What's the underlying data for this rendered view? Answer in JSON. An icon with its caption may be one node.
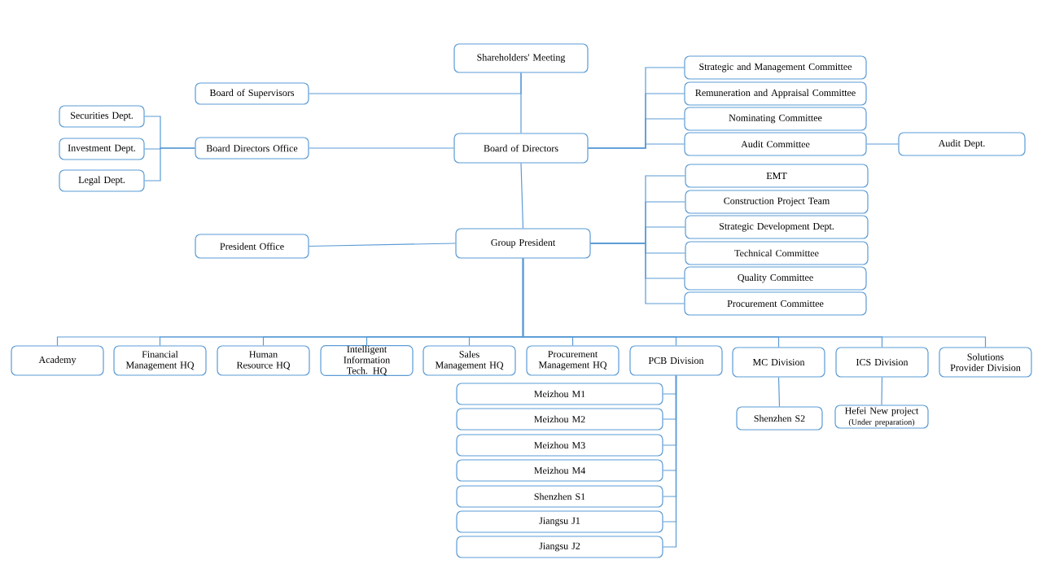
{
  "diagram": {
    "nodes": [
      {
        "text": [
          "Shareholders' Meeting"
        ]
      },
      {
        "text": [
          "Board of Supervisors"
        ]
      },
      {
        "text": [
          "Securities Dept."
        ]
      },
      {
        "text": [
          "Investment Dept."
        ]
      },
      {
        "text": [
          "Legal Dept."
        ]
      },
      {
        "text": [
          "Board Directors Office"
        ]
      },
      {
        "text": [
          "Board of Directors"
        ]
      },
      {
        "text": [
          "Strategic and Management Committee"
        ]
      },
      {
        "text": [
          "Remuneration and Appraisal Committee"
        ]
      },
      {
        "text": [
          "Nominating Committee"
        ]
      },
      {
        "text": [
          "Audit Committee"
        ]
      },
      {
        "text": [
          "Audit Dept."
        ]
      },
      {
        "text": [
          "President Office"
        ]
      },
      {
        "text": [
          "Group President"
        ]
      },
      {
        "text": [
          "EMT"
        ]
      },
      {
        "text": [
          "Construction Project Team"
        ]
      },
      {
        "text": [
          "Strategic Development Dept."
        ]
      },
      {
        "text": [
          "Technical Committee"
        ]
      },
      {
        "text": [
          "Quality Committee"
        ]
      },
      {
        "text": [
          "Procurement Committee"
        ]
      },
      {
        "text": [
          "Academy"
        ]
      },
      {
        "text": [
          "Financial Management HQ"
        ]
      },
      {
        "text": [
          "Human Resource HQ"
        ]
      },
      {
        "text": [
          "Intelligent Information Tech. HQ"
        ]
      },
      {
        "text": [
          "Sales Management HQ"
        ]
      },
      {
        "text": [
          "Procurement Management HQ"
        ]
      },
      {
        "text": [
          "PCB Division"
        ]
      },
      {
        "text": [
          "MC Division"
        ]
      },
      {
        "text": [
          "ICS Division"
        ]
      },
      {
        "text": [
          "Solutions Provider Division"
        ]
      },
      {
        "text": [
          "Meizhou M1"
        ]
      },
      {
        "text": [
          "Meizhou M2"
        ]
      },
      {
        "text": [
          "Meizhou M3"
        ]
      },
      {
        "text": [
          "Meizhou M4"
        ]
      },
      {
        "text": [
          "Shenzhen S1"
        ]
      },
      {
        "text": [
          "Jiangsu J1"
        ]
      },
      {
        "text": [
          "Jiangsu J2"
        ]
      },
      {
        "text": [
          "Shenzhen S2"
        ]
      },
      {
        "text": [
          "Hefei New project",
          "(Under preparation)"
        ]
      }
    ],
    "edges": [
      {
        "from": 0,
        "to": 6,
        "arrow": "none"
      },
      {
        "from": 0,
        "to": 1,
        "arrow": "none"
      },
      {
        "from": 6,
        "to": 5,
        "arrow": "none"
      },
      {
        "from": 5,
        "to": 2,
        "arrow": "none"
      },
      {
        "from": 5,
        "to": 3,
        "arrow": "none"
      },
      {
        "from": 5,
        "to": 4,
        "arrow": "none"
      },
      {
        "from": 6,
        "to": 7,
        "arrow": "none"
      },
      {
        "from": 6,
        "to": 8,
        "arrow": "none"
      },
      {
        "from": 6,
        "to": 9,
        "arrow": "none"
      },
      {
        "from": 6,
        "to": 10,
        "arrow": "none"
      },
      {
        "from": 10,
        "to": 11,
        "arrow": "none"
      },
      {
        "from": 6,
        "to": 13,
        "arrow": "none"
      },
      {
        "from": 13,
        "to": 12,
        "arrow": "none"
      },
      {
        "from": 13,
        "to": 14,
        "arrow": "none"
      },
      {
        "from": 13,
        "to": 15,
        "arrow": "none"
      },
      {
        "from": 13,
        "to": 16,
        "arrow": "none"
      },
      {
        "from": 13,
        "to": 17,
        "arrow": "none"
      },
      {
        "from": 13,
        "to": 18,
        "arrow": "none"
      },
      {
        "from": 13,
        "to": 19,
        "arrow": "none"
      },
      {
        "from": 13,
        "to": 20,
        "arrow": "none"
      },
      {
        "from": 13,
        "to": 21,
        "arrow": "none"
      },
      {
        "from": 13,
        "to": 22,
        "arrow": "none"
      },
      {
        "from": 13,
        "to": 23,
        "arrow": "none"
      },
      {
        "from": 13,
        "to": 24,
        "arrow": "none"
      },
      {
        "from": 13,
        "to": 25,
        "arrow": "none"
      },
      {
        "from": 13,
        "to": 26,
        "arrow": "none"
      },
      {
        "from": 13,
        "to": 27,
        "arrow": "none"
      },
      {
        "from": 13,
        "to": 28,
        "arrow": "none"
      },
      {
        "from": 13,
        "to": 29,
        "arrow": "none"
      },
      {
        "from": 26,
        "to": 30,
        "arrow": "none"
      },
      {
        "from": 26,
        "to": 31,
        "arrow": "none"
      },
      {
        "from": 26,
        "to": 32,
        "arrow": "none"
      },
      {
        "from": 26,
        "to": 33,
        "arrow": "none"
      },
      {
        "from": 26,
        "to": 34,
        "arrow": "none"
      },
      {
        "from": 26,
        "to": 35,
        "arrow": "none"
      },
      {
        "from": 26,
        "to": 36,
        "arrow": "none"
      },
      {
        "from": 27,
        "to": 37,
        "arrow": "none"
      },
      {
        "from": 28,
        "to": 38,
        "arrow": "none"
      }
    ]
  }
}
